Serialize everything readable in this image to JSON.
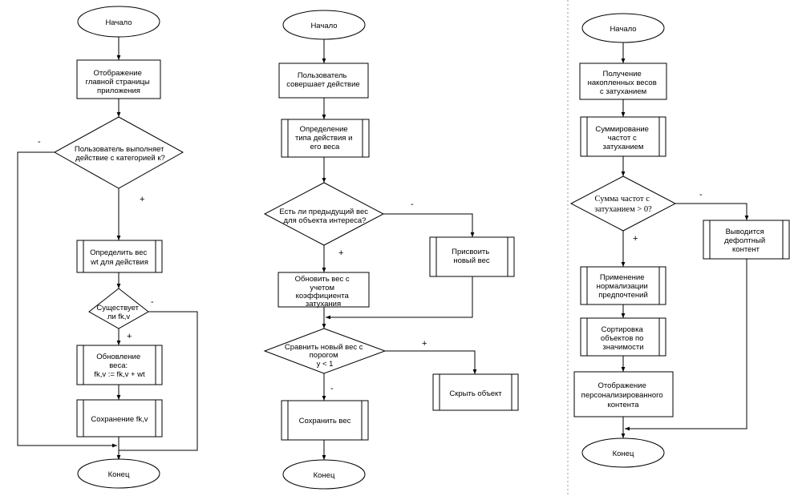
{
  "flowcharts": [
    {
      "nodes": {
        "start": "Начало",
        "show_main": "Отображение главной страницы приложения",
        "dec_action": "Пользователь выполняет действие с категорией к?",
        "det_weight": "Определить вес wt для действия",
        "dec_exists": "Существует ли fk,v",
        "update": "Обновление веса: fk,v := fk,v + wt",
        "save": "Сохранение fk,v",
        "end": "Конец"
      },
      "branches": {
        "dec_action_yes": "+",
        "dec_action_no": "-",
        "dec_exists_yes": "+",
        "dec_exists_no": "-"
      }
    },
    {
      "nodes": {
        "start": "Начало",
        "user_action": "Пользователь совершает действие",
        "det_type": "Определение типа действия и его веса",
        "dec_prev": "Есть ли предыдущий вес для объекта интереса?",
        "assign": "Присвоить новый вес",
        "update_decay": "Обновить вес с учетом коэффициента затухания",
        "dec_compare": "Сравнить новый вес с порогом y < 1",
        "hide": "Скрыть объект",
        "save": "Сохранить вес",
        "end": "Конец"
      },
      "branches": {
        "dec_prev_yes": "+",
        "dec_prev_no": "-",
        "dec_compare_yes": "+",
        "dec_compare_no": "-"
      }
    },
    {
      "nodes": {
        "start": "Начало",
        "get_weights": "Получение накопленных весов с затуханием",
        "sum": "Суммирование частот с затуханием",
        "dec_sum": "Сумма частот с затуханием > 0?",
        "default": "Выводится дефолтный контент",
        "normalize": "Применение нормализации предпочтений",
        "sort": "Сортировка объектов по значимости",
        "show_personal": "Отображение персонализированного контента",
        "end": "Конец"
      },
      "branches": {
        "dec_sum_yes": "+",
        "dec_sum_no": "-"
      }
    }
  ]
}
